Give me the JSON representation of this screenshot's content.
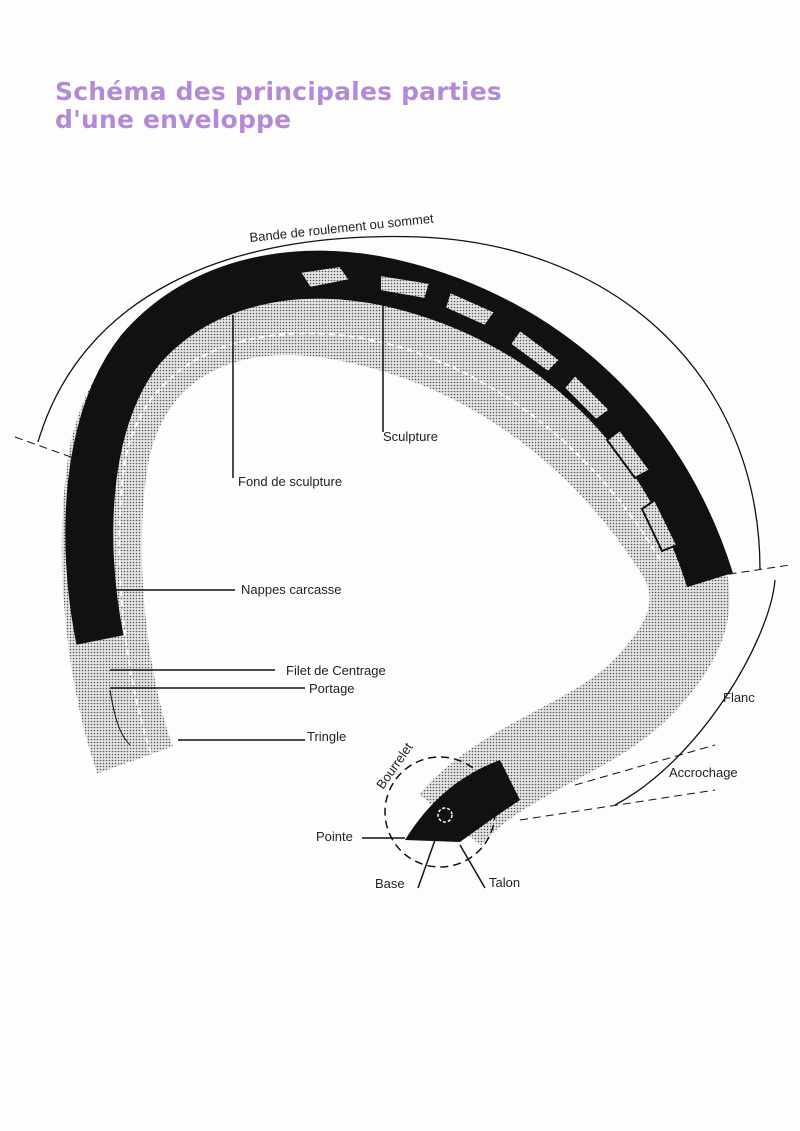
{
  "title": {
    "line1": "Schéma des principales parties",
    "line2": "d'une enveloppe"
  },
  "labels": {
    "bande": "Bande de roulement ou sommet",
    "sculpture": "Sculpture",
    "fond": "Fond de sculpture",
    "nappes": "Nappes carcasse",
    "filet": "Filet de Centrage",
    "portage": "Portage",
    "tringle": "Tringle",
    "bourrelet": "Bourrelet",
    "pointe": "Pointe",
    "base": "Base",
    "talon": "Talon",
    "flanc": "Flanc",
    "accrochage": "Accrochage"
  },
  "colors": {
    "title": "#b48ad6",
    "ink": "#111111",
    "fill": "#c8c8c8"
  }
}
